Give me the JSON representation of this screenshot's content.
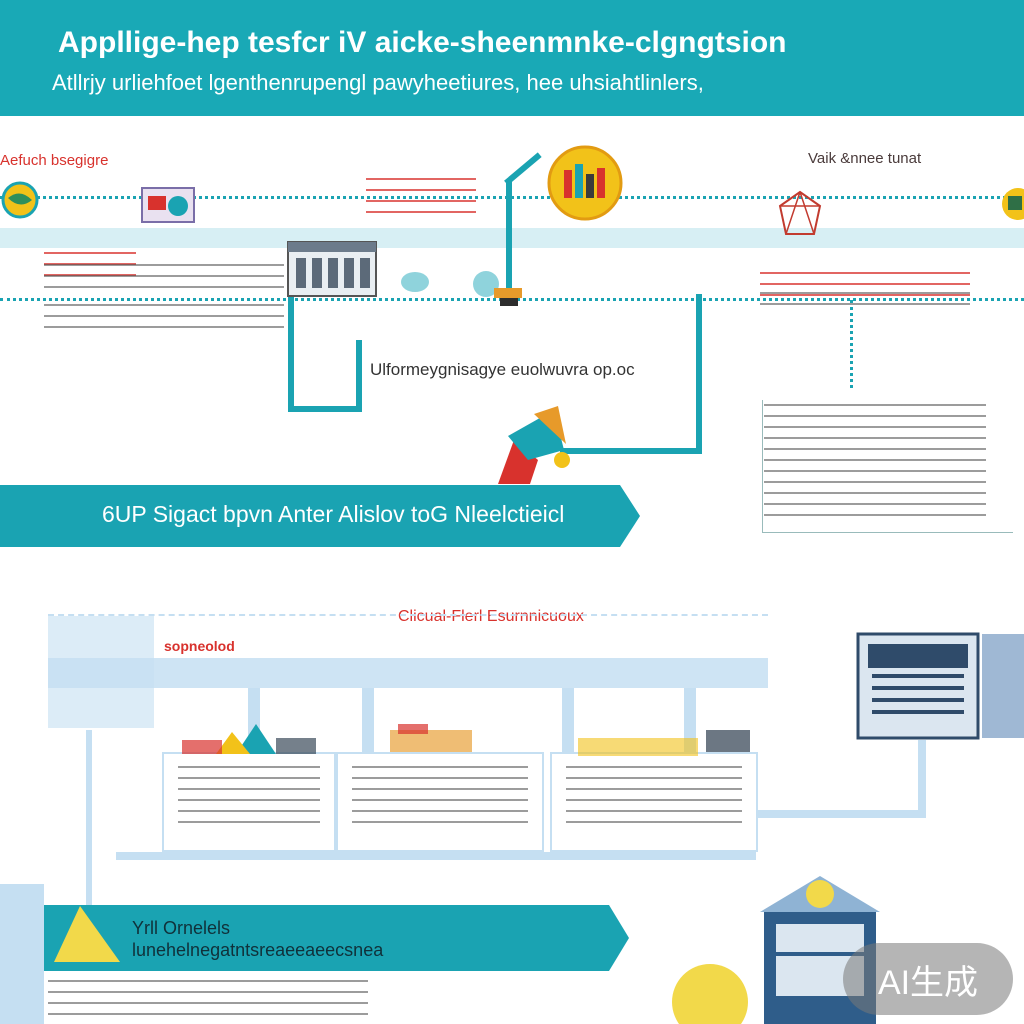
{
  "header": {
    "title": "Appllige-hep tesfcr iV aicke-sheenmnke-clgngtsion",
    "subtitle": "Atllrjy urliehfoet lgenthenrupengl pawyheetiures, hee uhsiahtlinlers,"
  },
  "section_top": {
    "left_label": "Aefuch bsegigre",
    "right_label": "Vaik &nnee tunat",
    "mid_caption": "Ulformeygnisagye euolwuvra op.oc"
  },
  "banner": {
    "text": "6UP Sigact bpvn Anter Alislov toG Nleelctieicl"
  },
  "section_bottom": {
    "heading": "Clicual-Flerl Esurnnicuoux",
    "label": "sopneolod"
  },
  "banner2": {
    "line1": "Yrll Ornelels",
    "line2": "lunehelnegatntsreaeeaeecsnea"
  },
  "badge": {
    "text": "AI生成"
  },
  "colors": {
    "header_teal": "#19a9b6",
    "accent_teal": "#1aa3b2",
    "light_blue": "#c5dff2",
    "accent_red": "#d8322d",
    "accent_yellow": "#f2c219"
  },
  "icons": {
    "top_circle": "yellow-circle-icon",
    "building": "building-icon",
    "network": "network-icon",
    "monitor": "monitor-icon",
    "house": "house-icon"
  }
}
